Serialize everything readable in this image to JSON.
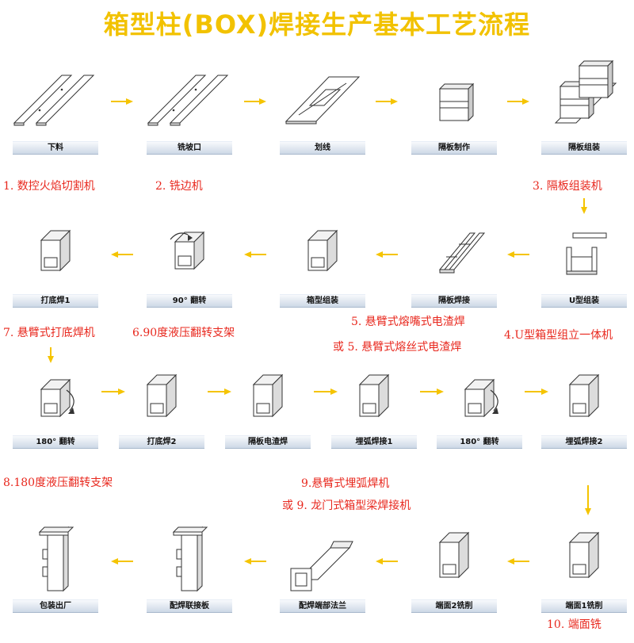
{
  "title": "箱型柱(BOX)焊接生产基本工艺流程",
  "colors": {
    "title": "#f2c200",
    "arrow": "#f5c400",
    "note": "#e8281e",
    "line": "#333333"
  },
  "stations": [
    {
      "label": "下料",
      "icon": "parallel-plates-icon"
    },
    {
      "label": "铣坡口",
      "icon": "parallel-plates-icon"
    },
    {
      "label": "划线",
      "icon": "marked-plate-icon"
    },
    {
      "label": "隔板制作",
      "icon": "diaphragm-icon"
    },
    {
      "label": "隔板组装",
      "icon": "diaphragm-assembly-icon"
    },
    {
      "label": "打底焊1",
      "icon": "box-column-icon"
    },
    {
      "label": "90° 翻转",
      "icon": "box-column-rotated-icon"
    },
    {
      "label": "箱型组装",
      "icon": "box-column-icon"
    },
    {
      "label": "隔板焊接",
      "icon": "open-u-beam-icon"
    },
    {
      "label": "U型组装",
      "icon": "u-frame-icon"
    },
    {
      "label": "180° 翻转",
      "icon": "box-column-flip-icon"
    },
    {
      "label": "打底焊2",
      "icon": "box-column-icon"
    },
    {
      "label": "隔板电渣焊",
      "icon": "box-column-icon"
    },
    {
      "label": "埋弧焊接1",
      "icon": "box-column-icon"
    },
    {
      "label": "180° 翻转",
      "icon": "box-column-flip-icon"
    },
    {
      "label": "埋弧焊接2",
      "icon": "box-column-icon"
    },
    {
      "label": "包装出厂",
      "icon": "finished-column-icon"
    },
    {
      "label": "配焊联接板",
      "icon": "finished-column-icon"
    },
    {
      "label": "配焊端部法兰",
      "icon": "flanged-column-icon"
    },
    {
      "label": "端面2铣削",
      "icon": "box-column-icon"
    },
    {
      "label": "端面1铣削",
      "icon": "box-column-icon"
    }
  ],
  "notes": [
    {
      "text": "1. 数控火焰切割机"
    },
    {
      "text": "2. 铣边机"
    },
    {
      "text": "3. 隔板组装机"
    },
    {
      "text": "5. 悬臂式熔嘴式电渣焊"
    },
    {
      "prefix": "或",
      "text": "5. 悬臂式熔丝式电渣焊"
    },
    {
      "text": "4.U型箱型组立一体机"
    },
    {
      "text": "7. 悬臂式打底焊机"
    },
    {
      "text": "6.90度液压翻转支架"
    },
    {
      "text": "8.180度液压翻转支架"
    },
    {
      "text": "9.悬臂式埋弧焊机"
    },
    {
      "prefix": "或",
      "text": "9. 龙门式箱型梁焊接机"
    },
    {
      "text": "10. 端面铣"
    }
  ]
}
